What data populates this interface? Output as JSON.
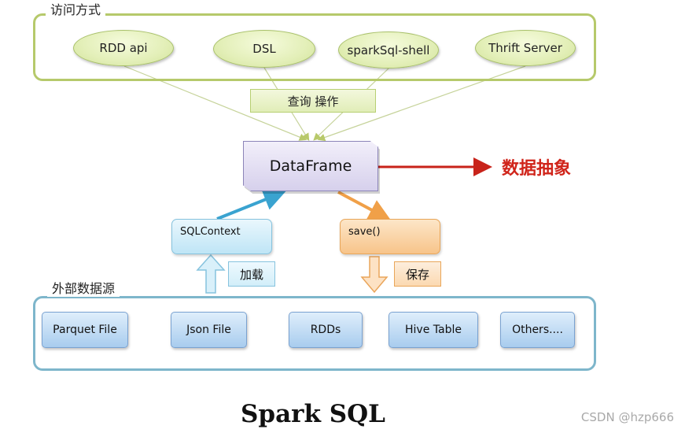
{
  "access_group": {
    "label": "访问方式",
    "items": [
      "RDD api",
      "DSL",
      "sparkSql-shell",
      "Thrift Server"
    ]
  },
  "query_label": "查询 操作",
  "dataframe_label": "DataFrame",
  "abstract_label": "数据抽象",
  "sqlcontext_label": "SQLContext",
  "save_label": "save()",
  "load_tag": "加载",
  "save_tag": "保存",
  "external_group": {
    "label": "外部数据源",
    "items": [
      "Parquet File",
      "Json File",
      "RDDs",
      "Hive Table",
      "Others...."
    ]
  },
  "caption": "Spark SQL",
  "watermark": "CSDN @hzp666",
  "colors": {
    "access_border": "#b6c96b",
    "external_border": "#7eb6cb",
    "abstract_arrow": "#c8231a",
    "load_arrow": "#3aa3d0",
    "save_arrow": "#f0a048"
  }
}
